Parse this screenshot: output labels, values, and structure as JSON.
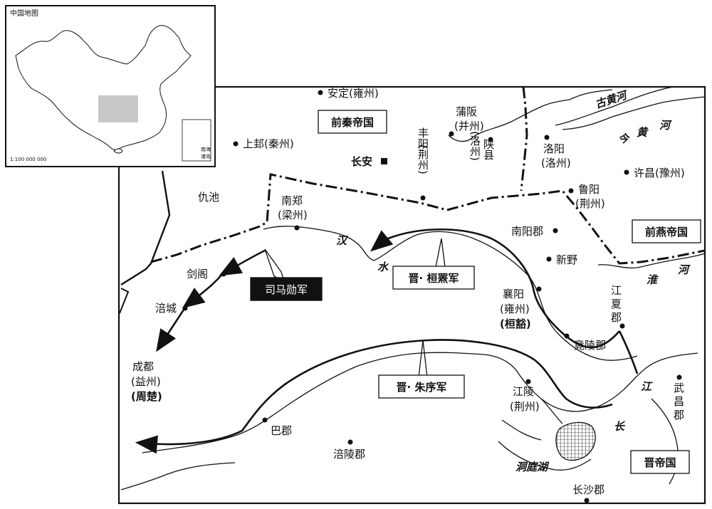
{
  "inset": {
    "title": "中国地图",
    "scale": "1:100 000 000",
    "south_sea_label_1": "南海",
    "south_sea_label_2": "诸岛"
  },
  "regions": {
    "former_qin": "前秦帝国",
    "former_yan": "前燕帝国",
    "jin": "晋帝国"
  },
  "armies": {
    "sima_xun": "司马勋军",
    "huan_huo": "晋· 桓罴军",
    "zhu_xu": "晋· 朱序军"
  },
  "places": {
    "anding": "安定(雍州)",
    "shanggui": "上邽(秦州)",
    "chouchi": "仇池",
    "changan": "长安",
    "fengyang_1": "丰阳",
    "fengyang_2": "(荆州)",
    "puban_1": "蒲阪",
    "puban_2": "(并州)",
    "shanxian_1": "陕县",
    "shanxian_2": "(洛州)",
    "luoyang_1": "洛阳",
    "luoyang_2": "(洛州)",
    "xuchang": "许昌(豫州)",
    "luyang_1": "鲁阳",
    "luyang_2": "(荆州)",
    "nanzheng_1": "南郑",
    "nanzheng_2": "(梁州)",
    "nanyang": "南阳郡",
    "xinye": "新野",
    "jiange": "剑阁",
    "fucheng": "涪城",
    "chengdu_1": "成都",
    "chengdu_2": "(益州)",
    "chengdu_3": "(周楚)",
    "xiangyang_1": "襄阳",
    "xiangyang_2": "(雍州)",
    "xiangyang_3": "(桓豁)",
    "jingling": "竟陵郡",
    "jiangxia_1": "江",
    "jiangxia_2": "夏",
    "jiangxia_3": "郡",
    "jiangling_1": "江陵",
    "jiangling_2": "(荆州)",
    "wuchang_1": "武",
    "wuchang_2": "昌",
    "wuchang_3": "郡",
    "ba": "巴郡",
    "fuling": "涪陵郡",
    "changsha": "长沙郡",
    "dongting": "洞庭湖"
  },
  "rivers": {
    "old_yellow": "古黄河",
    "yellow_1": "今",
    "yellow_2": "黄",
    "yellow_3": "河",
    "han_1": "汉",
    "han_2": "水",
    "huai_1": "淮",
    "huai_2": "河",
    "chang_1": "江",
    "chang_2": "长"
  },
  "colors": {
    "ink": "#111111",
    "highlight": "#c8c8c8",
    "paper": "#ffffff"
  }
}
